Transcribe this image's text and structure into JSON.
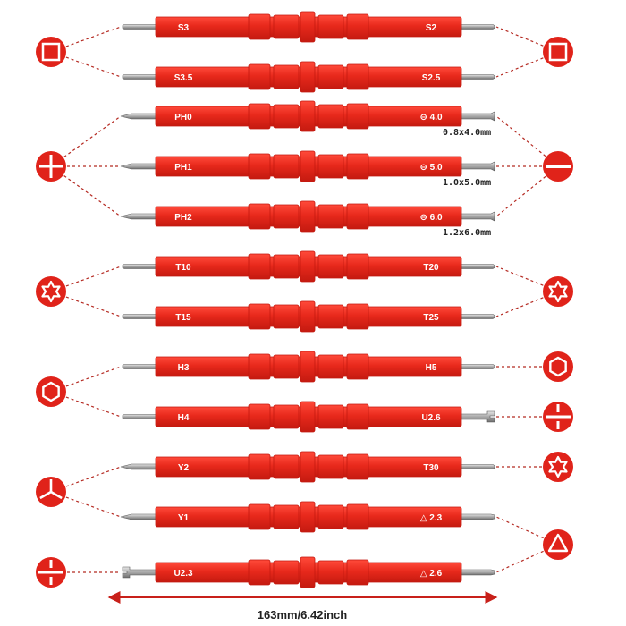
{
  "colors": {
    "handle": "#e8291c",
    "handle_dark": "#c41a10",
    "handle_light": "#ff4a3a",
    "steel": "#b9b9b9",
    "icon_fill": "#e0231a",
    "dash": "#b52a22",
    "dimension_arrow": "#c8201a"
  },
  "bits": [
    {
      "left_label": "S3",
      "right_label": "S2",
      "left_symbol": "",
      "right_symbol": "",
      "left_tip": "slot",
      "right_tip": "slot"
    },
    {
      "left_label": "S3.5",
      "right_label": "S2.5",
      "left_symbol": "",
      "right_symbol": "",
      "left_tip": "slot",
      "right_tip": "slot"
    },
    {
      "left_label": "PH0",
      "right_label": "4.0",
      "left_symbol": "",
      "right_symbol": "⊖",
      "left_tip": "phillips",
      "right_tip": "slot-wide"
    },
    {
      "left_label": "PH1",
      "right_label": "5.0",
      "left_symbol": "",
      "right_symbol": "⊖",
      "left_tip": "phillips",
      "right_tip": "slot-wide"
    },
    {
      "left_label": "PH2",
      "right_label": "6.0",
      "left_symbol": "",
      "right_symbol": "⊖",
      "left_tip": "phillips",
      "right_tip": "slot-wide"
    },
    {
      "left_label": "T10",
      "right_label": "T20",
      "left_symbol": "",
      "right_symbol": "",
      "left_tip": "torx",
      "right_tip": "torx"
    },
    {
      "left_label": "T15",
      "right_label": "T25",
      "left_symbol": "",
      "right_symbol": "",
      "left_tip": "torx",
      "right_tip": "torx"
    },
    {
      "left_label": "H3",
      "right_label": "H5",
      "left_symbol": "",
      "right_symbol": "",
      "left_tip": "hex",
      "right_tip": "hex"
    },
    {
      "left_label": "H4",
      "right_label": "U2.6",
      "left_symbol": "",
      "right_symbol": "",
      "left_tip": "hex",
      "right_tip": "fork"
    },
    {
      "left_label": "Y2",
      "right_label": "T30",
      "left_symbol": "",
      "right_symbol": "",
      "left_tip": "tri-wing",
      "right_tip": "torx"
    },
    {
      "left_label": "Y1",
      "right_label": "2.3",
      "left_symbol": "",
      "right_symbol": "△",
      "left_tip": "tri-wing",
      "right_tip": "triangle"
    },
    {
      "left_label": "U2.3",
      "right_label": "2.6",
      "left_symbol": "",
      "right_symbol": "△",
      "left_tip": "fork",
      "right_tip": "triangle"
    }
  ],
  "slot_dimensions": [
    "0.8x4.0mm",
    "1.0x5.0mm",
    "1.2x6.0mm"
  ],
  "left_icons": [
    {
      "name": "square-drive-icon",
      "shape": "square",
      "rows": [
        0,
        1
      ]
    },
    {
      "name": "phillips-drive-icon",
      "shape": "cross",
      "rows": [
        2,
        3,
        4
      ]
    },
    {
      "name": "torx-drive-icon",
      "shape": "star",
      "rows": [
        5,
        6
      ]
    },
    {
      "name": "hex-drive-icon",
      "shape": "hexagon",
      "rows": [
        7,
        8
      ]
    },
    {
      "name": "tri-wing-drive-icon",
      "shape": "triwing",
      "rows": [
        9,
        10
      ]
    },
    {
      "name": "fork-drive-icon",
      "shape": "fork",
      "rows": [
        11
      ]
    }
  ],
  "right_icons": [
    {
      "name": "square-drive-icon",
      "shape": "square",
      "rows": [
        0,
        1
      ]
    },
    {
      "name": "slotted-drive-icon",
      "shape": "slot",
      "rows": [
        2,
        3,
        4
      ]
    },
    {
      "name": "torx-drive-icon",
      "shape": "star",
      "rows": [
        5,
        6
      ]
    },
    {
      "name": "hex-drive-icon",
      "shape": "hexagon",
      "rows": [
        7
      ]
    },
    {
      "name": "fork-drive-icon",
      "shape": "fork",
      "rows": [
        8
      ]
    },
    {
      "name": "torx-drive-icon",
      "shape": "star",
      "rows": [
        9
      ]
    },
    {
      "name": "triangle-drive-icon",
      "shape": "triangle",
      "rows": [
        10,
        11
      ]
    }
  ],
  "overall_length": "163mm/6.42inch"
}
